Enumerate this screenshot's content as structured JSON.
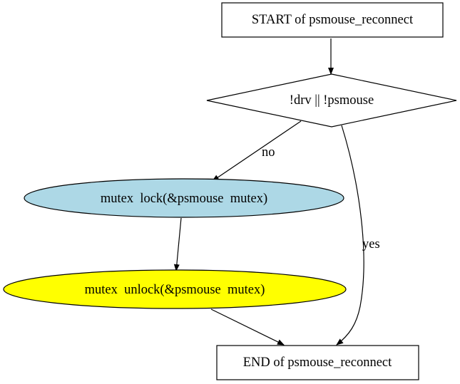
{
  "diagram": {
    "type": "flowchart",
    "nodes": [
      {
        "id": "start",
        "shape": "box",
        "label": "START of psmouse_reconnect",
        "fill": "#ffffff"
      },
      {
        "id": "cond",
        "shape": "diamond",
        "label": "!drv || !psmouse",
        "fill": "#ffffff"
      },
      {
        "id": "lock",
        "shape": "ellipse",
        "label": "mutex  lock(&psmouse  mutex)",
        "fill": "#add8e6"
      },
      {
        "id": "unlock",
        "shape": "ellipse",
        "label": "mutex  unlock(&psmouse  mutex)",
        "fill": "#ffff00"
      },
      {
        "id": "end",
        "shape": "box",
        "label": "END of psmouse_reconnect",
        "fill": "#ffffff"
      }
    ],
    "edges": [
      {
        "from": "start",
        "to": "cond",
        "label": ""
      },
      {
        "from": "cond",
        "to": "lock",
        "label": "no"
      },
      {
        "from": "cond",
        "to": "end",
        "label": "yes"
      },
      {
        "from": "lock",
        "to": "unlock",
        "label": ""
      },
      {
        "from": "unlock",
        "to": "end",
        "label": ""
      }
    ]
  }
}
